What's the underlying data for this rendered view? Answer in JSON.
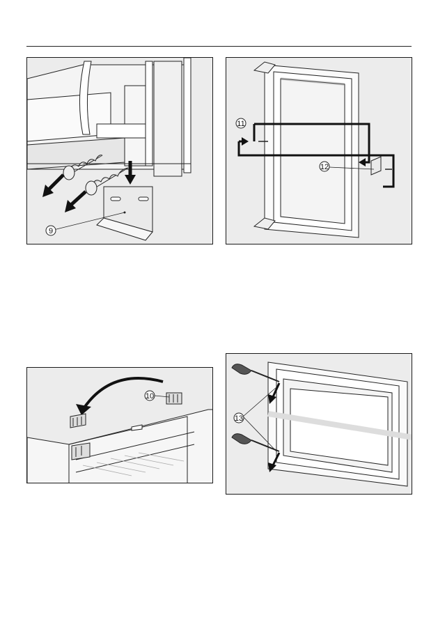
{
  "figures": [
    {
      "id": "fig1",
      "callouts": [
        "9"
      ]
    },
    {
      "id": "fig2",
      "callouts": [
        "11",
        "12"
      ]
    },
    {
      "id": "fig3",
      "callouts": [
        "10"
      ]
    },
    {
      "id": "fig4",
      "callouts": [
        "13"
      ]
    }
  ]
}
